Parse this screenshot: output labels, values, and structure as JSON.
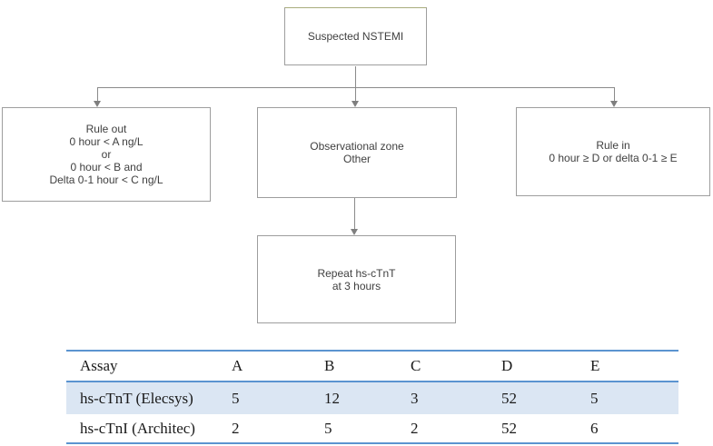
{
  "flowchart": {
    "top_box": {
      "line1": "Suspected NSTEMI"
    },
    "rule_out_box": {
      "line1": "Rule out",
      "line2": "0 hour < A ng/L",
      "line3": "or",
      "line4": "0 hour < B and",
      "line5": "Delta 0-1 hour < C ng/L"
    },
    "observational_box": {
      "line1": "Observational zone",
      "line2": "Other"
    },
    "rule_in_box": {
      "line1": "Rule in",
      "line2": "0 hour ≥ D or delta 0-1 ≥ E"
    },
    "repeat_box": {
      "line1": "Repeat hs-cTnT",
      "line2": "at 3 hours"
    }
  },
  "table": {
    "columns": [
      "Assay",
      "A",
      "B",
      "C",
      "D",
      "E"
    ],
    "rows": [
      {
        "label": "hs-cTnT (Elecsys)",
        "values": [
          "5",
          "12",
          "3",
          "52",
          "5"
        ]
      },
      {
        "label": "hs-cTnI (Architec)",
        "values": [
          "2",
          "5",
          "2",
          "52",
          "6"
        ]
      }
    ]
  },
  "colors": {
    "table_line_blue": "#5b94d0",
    "row_shade_blue": "#dbe6f3",
    "connector_gray": "#8a8a8a",
    "box_border_gray": "#9e9e9e",
    "top_box_border_olive": "#a9ad7c",
    "box_text": "#3f3f3f"
  }
}
